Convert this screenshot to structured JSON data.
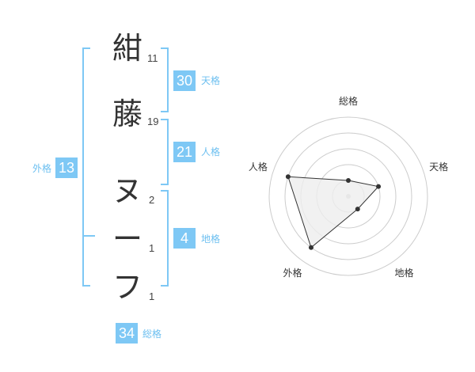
{
  "name": {
    "chars": [
      {
        "char": "紺",
        "strokes": "11"
      },
      {
        "char": "藤",
        "strokes": "19"
      },
      {
        "char": "ヌ",
        "strokes": "2"
      },
      {
        "char": "ー",
        "strokes": "1"
      },
      {
        "char": "フ",
        "strokes": "1"
      }
    ]
  },
  "fortune": {
    "tenkaku": {
      "label": "天格",
      "value": "30"
    },
    "jinkaku": {
      "label": "人格",
      "value": "21"
    },
    "chikaku": {
      "label": "地格",
      "value": "4"
    },
    "gaikaku": {
      "label": "外格",
      "value": "13"
    },
    "soukaku": {
      "label": "総格",
      "value": "34"
    }
  },
  "chart_data": {
    "type": "radar",
    "axes": [
      "総格",
      "天格",
      "地格",
      "外格",
      "人格"
    ],
    "rings": 5,
    "values": [
      1,
      2,
      1,
      4,
      4
    ],
    "max": 5,
    "colors": {
      "fill": "#eeeeee",
      "line": "#333333",
      "grid": "#cccccc"
    }
  }
}
